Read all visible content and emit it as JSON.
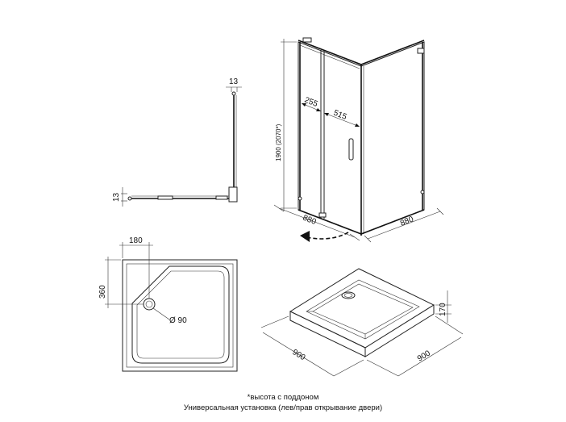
{
  "profile_view": {
    "dim_top": "13",
    "dim_bottom": "13"
  },
  "cabin_view": {
    "dim_height": "1900 (2070*)",
    "dim_panel": "255",
    "dim_door": "515",
    "dim_width_left": "880",
    "dim_width_right": "880"
  },
  "tray_plan": {
    "dim_corner_width": "180",
    "dim_corner_height": "360",
    "dim_drain": "Ø 90"
  },
  "tray_iso": {
    "dim_height": "170",
    "dim_left": "900",
    "dim_right": "900"
  },
  "notes": {
    "line1": "*высота с поддоном",
    "line2": "Универсальная установка (лев/прав открывание двери)"
  }
}
